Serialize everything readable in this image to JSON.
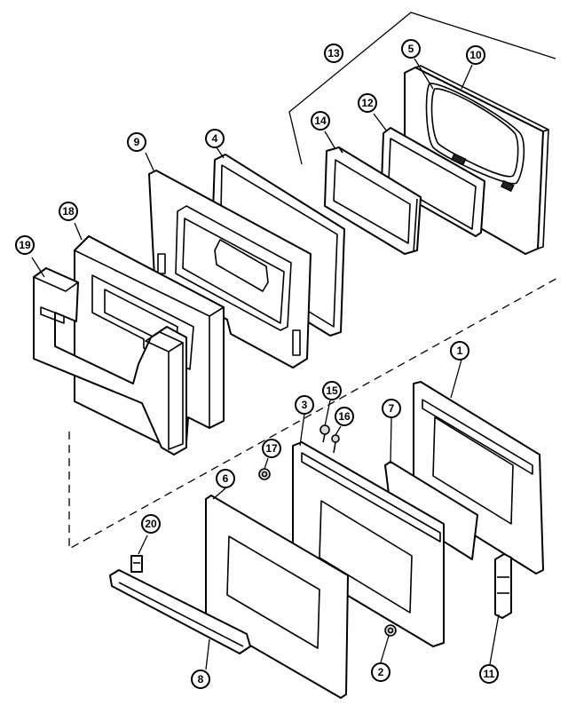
{
  "diagram": {
    "callouts": [
      {
        "part": "1",
        "label": "1"
      },
      {
        "part": "2",
        "label": "2"
      },
      {
        "part": "3",
        "label": "3"
      },
      {
        "part": "4",
        "label": "4"
      },
      {
        "part": "5",
        "label": "5"
      },
      {
        "part": "6",
        "label": "6"
      },
      {
        "part": "7",
        "label": "7"
      },
      {
        "part": "8",
        "label": "8"
      },
      {
        "part": "9",
        "label": "9"
      },
      {
        "part": "10",
        "label": "10"
      },
      {
        "part": "11",
        "label": "11"
      },
      {
        "part": "12",
        "label": "12"
      },
      {
        "part": "13",
        "label": "13"
      },
      {
        "part": "14",
        "label": "14"
      },
      {
        "part": "15",
        "label": "15"
      },
      {
        "part": "16",
        "label": "16"
      },
      {
        "part": "17",
        "label": "17"
      },
      {
        "part": "18",
        "label": "18"
      },
      {
        "part": "19",
        "label": "19"
      },
      {
        "part": "20",
        "label": "20"
      }
    ]
  }
}
